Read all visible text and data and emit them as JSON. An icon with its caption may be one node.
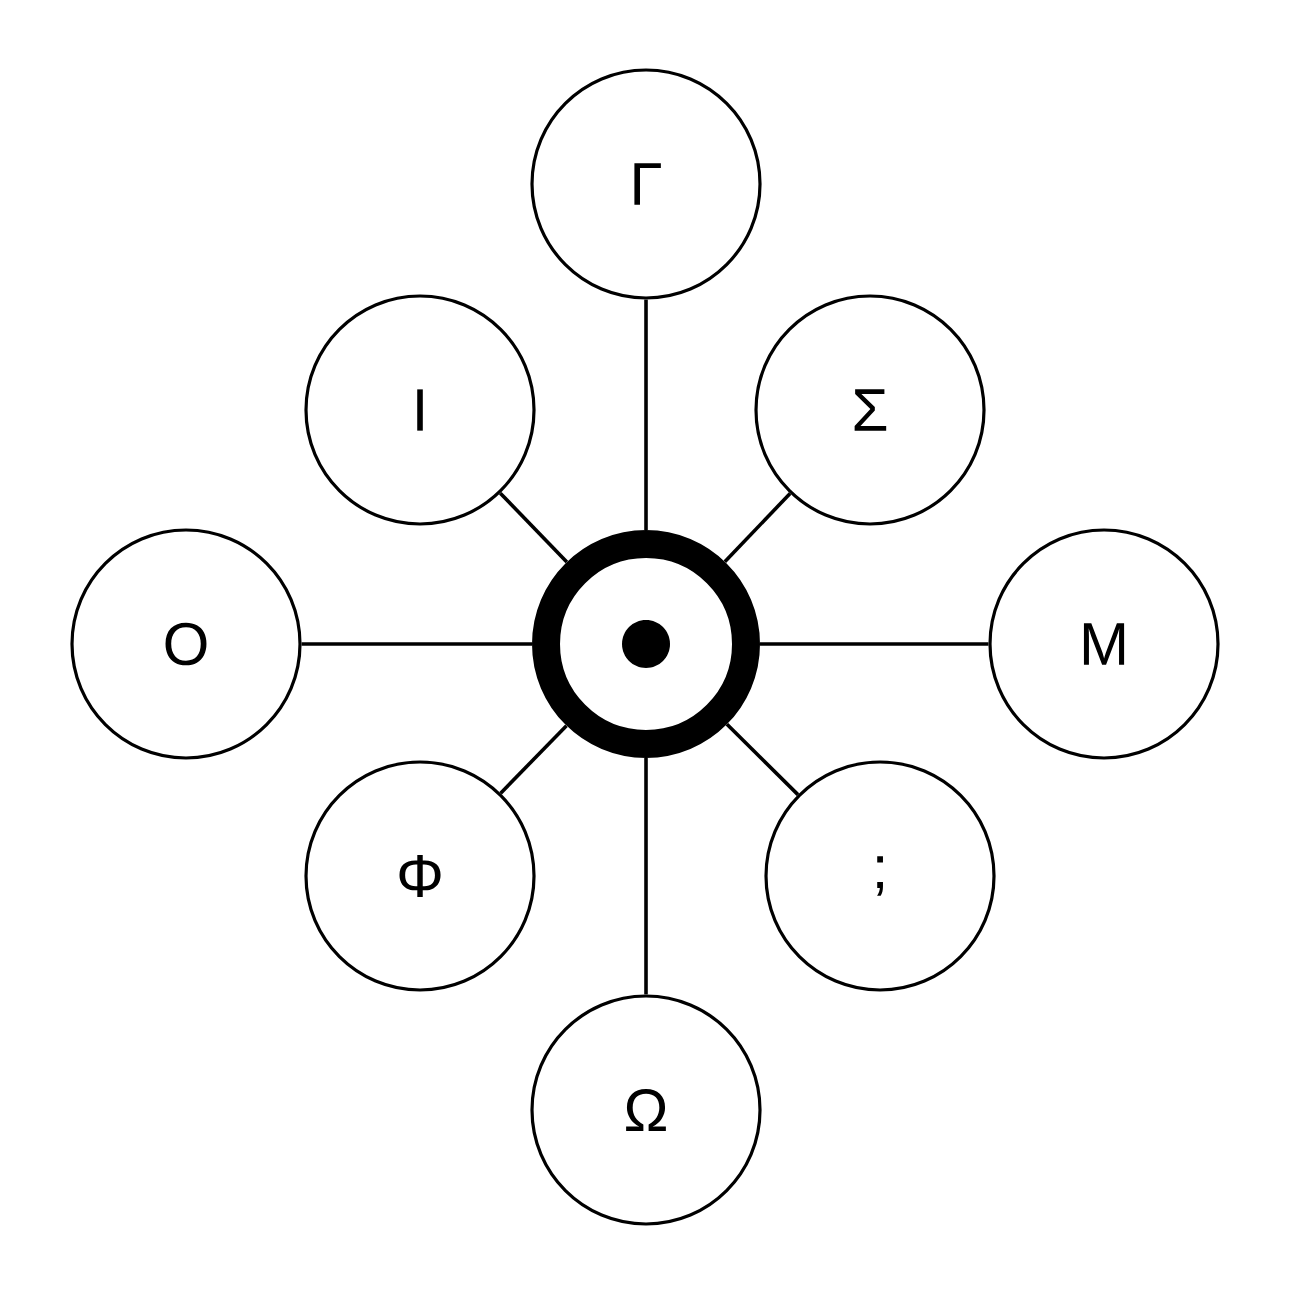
{
  "diagram": {
    "nodes": [
      {
        "text": [
          "Γ"
        ]
      },
      {
        "text": [
          "Ι"
        ]
      },
      {
        "text": [
          "Σ"
        ]
      },
      {
        "text": [
          "Ο"
        ]
      },
      {
        "text": [],
        "shape": "circle"
      },
      {
        "text": [
          "Μ"
        ]
      },
      {
        "text": [
          "Φ"
        ]
      },
      {
        "text": [
          ";"
        ]
      },
      {
        "text": [
          "Ω"
        ]
      }
    ],
    "edges": [
      {
        "from": 4,
        "to": 0,
        "arrow": "none"
      },
      {
        "from": 4,
        "to": 1,
        "arrow": "none"
      },
      {
        "from": 4,
        "to": 2,
        "arrow": "none"
      },
      {
        "from": 4,
        "to": 3,
        "arrow": "none"
      },
      {
        "from": 4,
        "to": 5,
        "arrow": "none"
      },
      {
        "from": 4,
        "to": 6,
        "arrow": "none"
      },
      {
        "from": 4,
        "to": 7,
        "arrow": "none"
      },
      {
        "from": 4,
        "to": 8,
        "arrow": "none"
      }
    ]
  }
}
